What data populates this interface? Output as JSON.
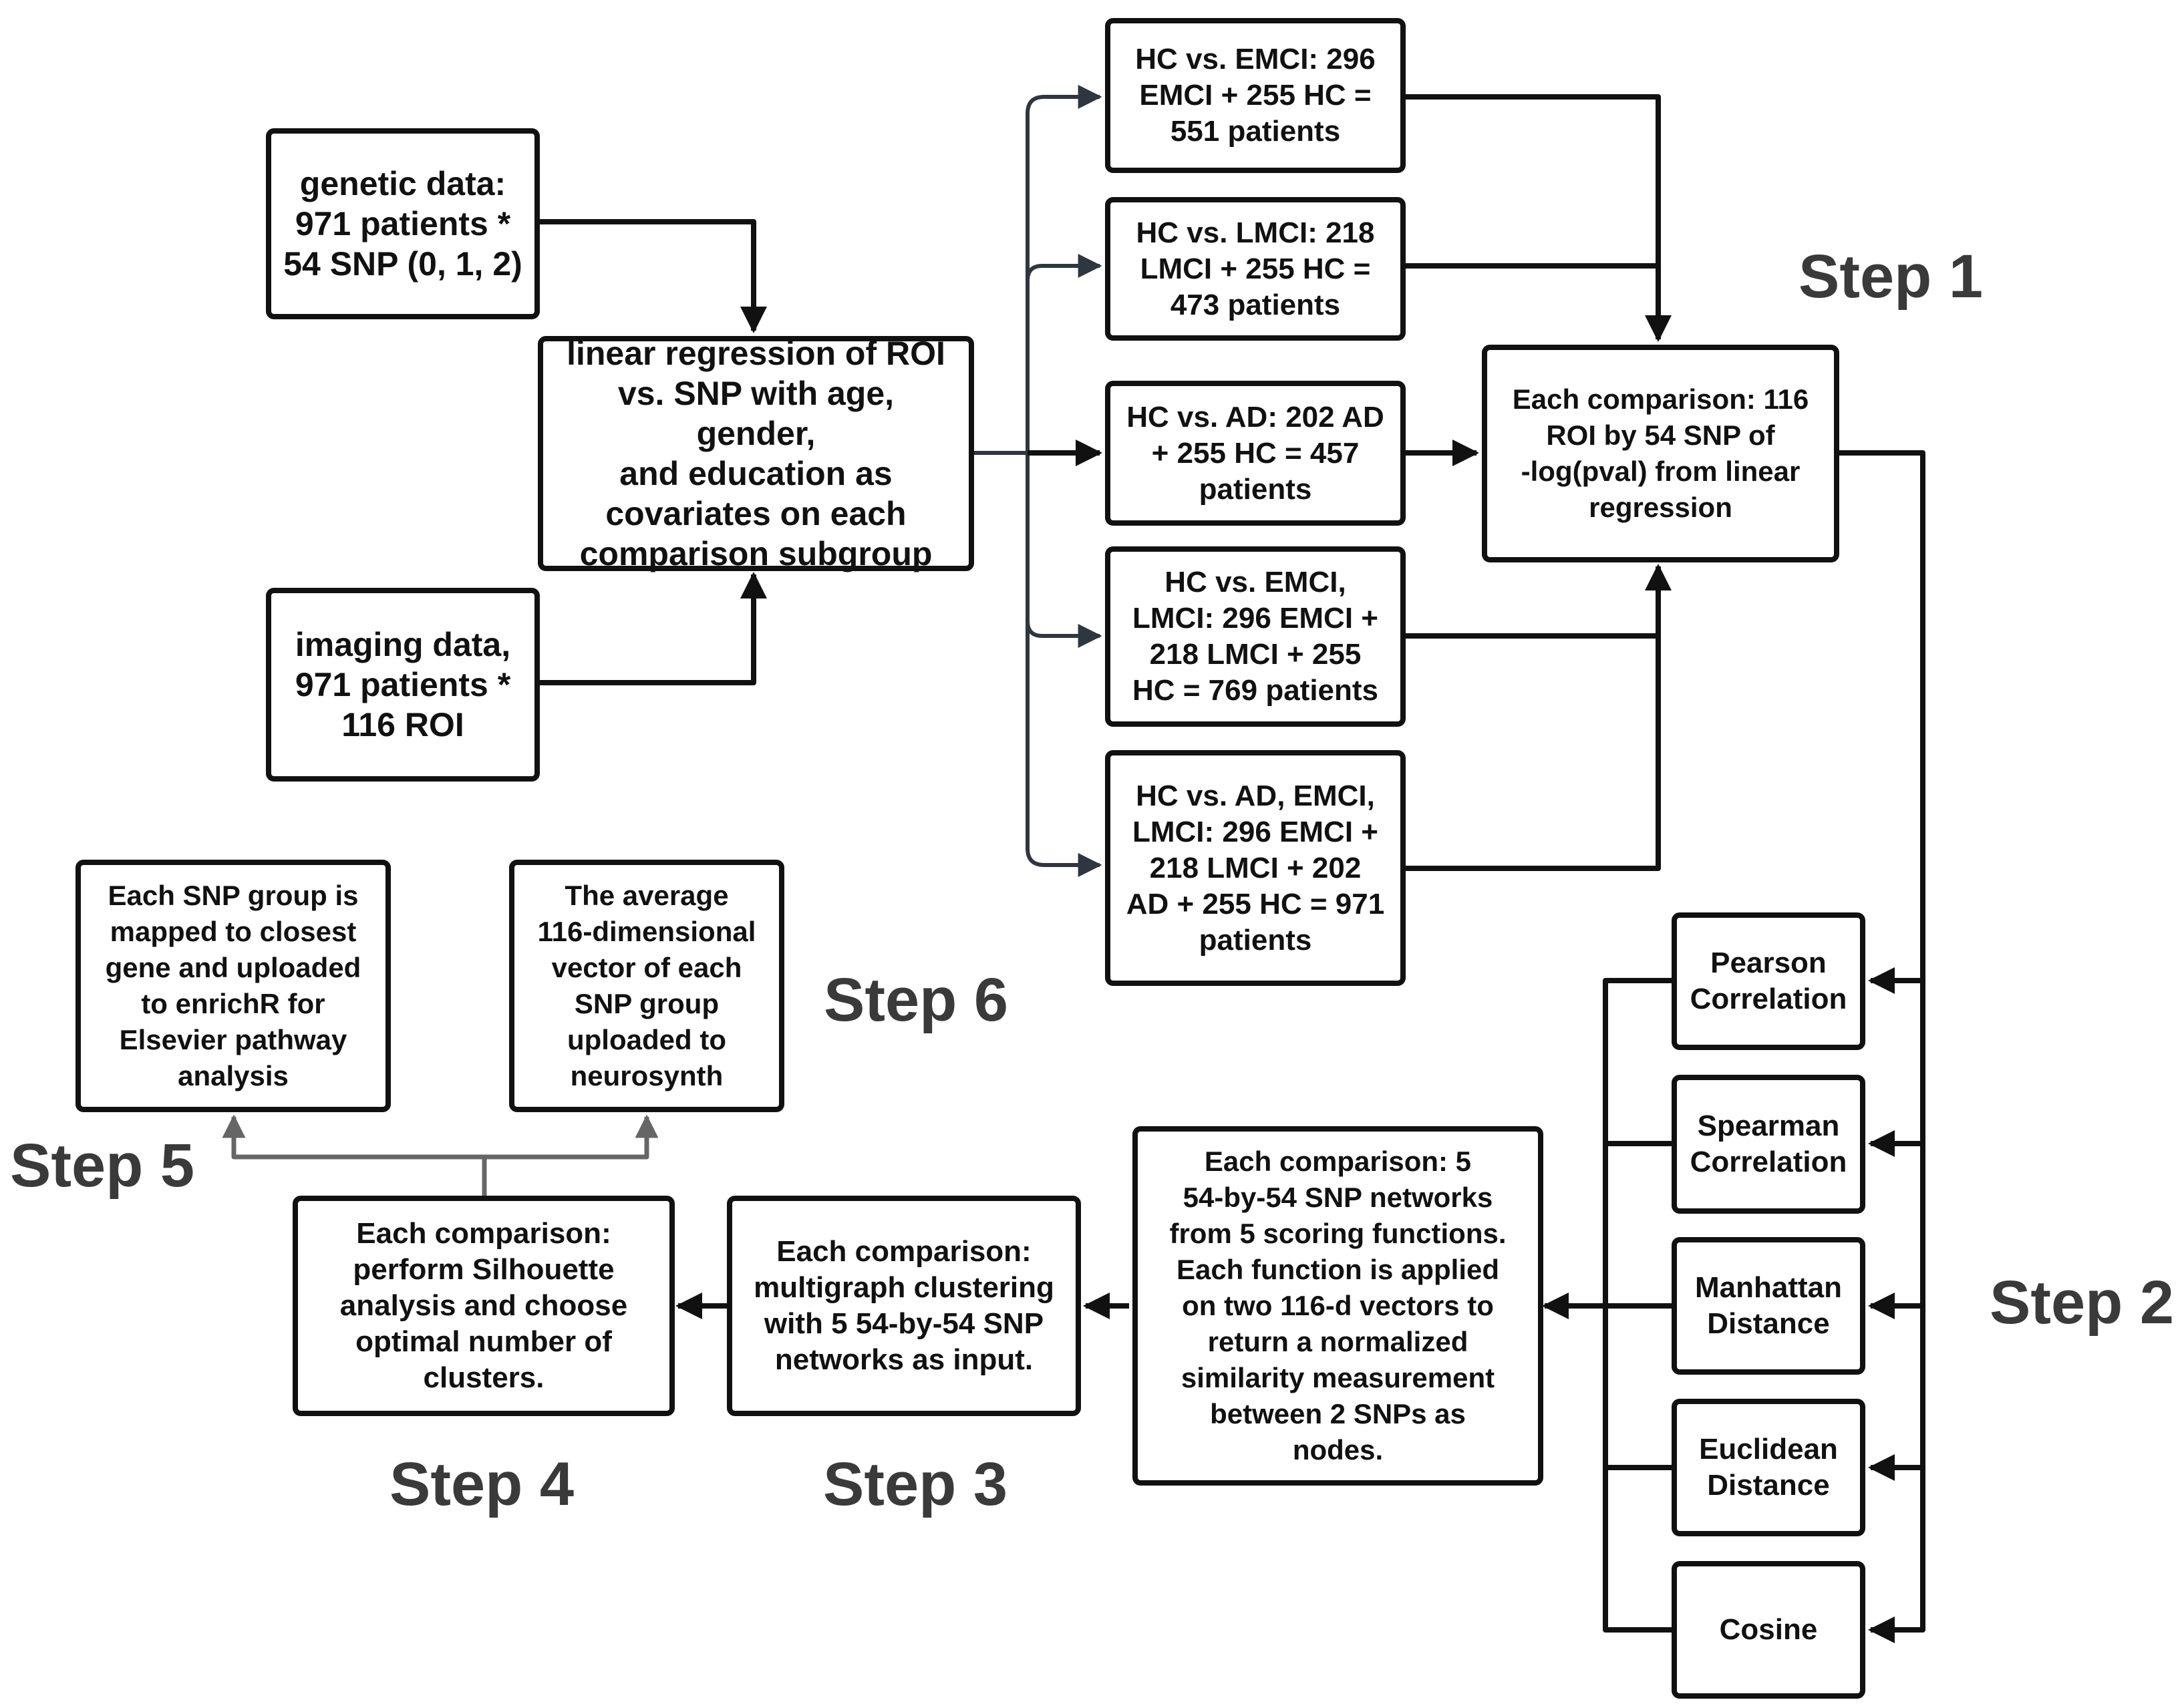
{
  "boxes": {
    "genetic": "genetic data:\n971 patients *\n54 SNP (0, 1, 2)",
    "imaging": "imaging data,\n971 patients *\n116 ROI",
    "regression": "linear regression of ROI\nvs. SNP with age, gender,\nand education as\ncovariates on each\ncomparison subgroup",
    "hc_emci": "HC vs. EMCI: 296\nEMCI + 255 HC =\n551 patients",
    "hc_lmci": "HC vs. LMCI: 218\nLMCI + 255 HC =\n473 patients",
    "hc_ad": "HC vs. AD: 202 AD\n+ 255 HC = 457\npatients",
    "hc_emci_lmci": "HC vs. EMCI,\nLMCI: 296 EMCI +\n218 LMCI + 255\nHC = 769 patients",
    "hc_all": "HC vs. AD, EMCI,\nLMCI: 296 EMCI +\n218 LMCI + 202\nAD + 255 HC = 971\npatients",
    "each_comparison_matrix": "Each comparison: 116\nROI by 54 SNP of\n-log(pval) from linear\nregression",
    "pearson": "Pearson\nCorrelation",
    "spearman": "Spearman\nCorrelation",
    "manhattan": "Manhattan\nDistance",
    "euclidean": "Euclidean\nDistance",
    "cosine": "Cosine",
    "networks": "Each comparison: 5\n54-by-54 SNP networks\nfrom 5 scoring functions.\nEach function is applied\non two 116-d vectors to\nreturn a normalized\nsimilarity measurement\nbetween 2 SNPs as\nnodes.",
    "clustering": "Each comparison:\nmultigraph clustering\nwith 5 54-by-54 SNP\nnetworks as input.",
    "silhouette": "Each comparison:\nperform Silhouette\nanalysis and choose\noptimal number of\nclusters.",
    "enrichr": "Each SNP group is\nmapped to closest\ngene and uploaded\nto enrichR for\nElsevier pathway\nanalysis",
    "neurosynth": "The average\n116-dimensional\nvector of each\nSNP group\nuploaded to\nneurosynth"
  },
  "steps": {
    "step1": "Step 1",
    "step2": "Step 2",
    "step3": "Step 3",
    "step4": "Step 4",
    "step5": "Step 5",
    "step6": "Step 6"
  },
  "colors": {
    "box_border": "#111111",
    "arrow_dark": "#111111",
    "arrow_slate": "#2e3640",
    "arrow_gray": "#666666",
    "step_text": "#3a3a3a"
  }
}
